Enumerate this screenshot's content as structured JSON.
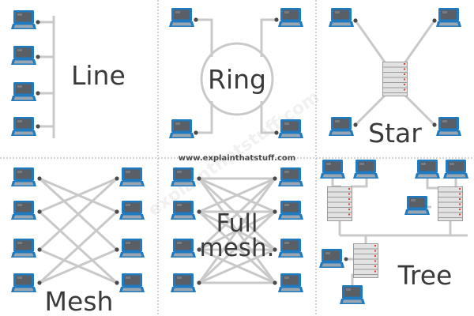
{
  "credit": "www.explainthatstuff.com",
  "watermark": "explainthatstuff.com",
  "panels": {
    "line": "Line",
    "ring": "Ring",
    "star": "Star",
    "mesh": "Mesh",
    "full_mesh_1": "Full",
    "full_mesh_2": "mesh.",
    "tree": "Tree"
  },
  "icons": {
    "computer": "laptop-computer-icon",
    "hub": "server-rack-icon"
  },
  "colors": {
    "wire": "#c9c9c9",
    "screen": "#1f7ac0",
    "screen_glass": "#5a5f66",
    "keyboard": "#9aa6b2",
    "hub_body": "#dcdcdc",
    "hub_light": "#e04030",
    "divider": "#aaaaaa",
    "node_dot": "#4a4a4a"
  }
}
